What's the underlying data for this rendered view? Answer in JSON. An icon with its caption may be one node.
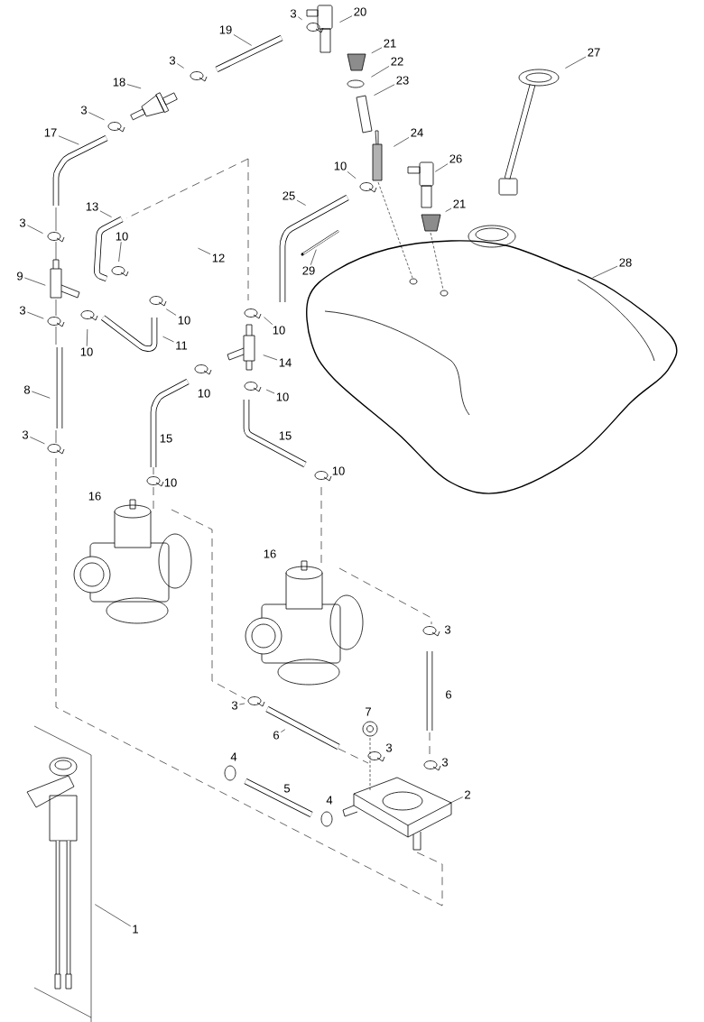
{
  "diagram": {
    "nodes": [
      {
        "text": [
          "20"
        ]
      },
      {
        "text": [
          "3"
        ]
      },
      {
        "text": [
          "19"
        ]
      },
      {
        "text": [
          "27"
        ]
      },
      {
        "text": [
          "21"
        ]
      },
      {
        "text": [
          "3"
        ]
      },
      {
        "text": [
          "22"
        ]
      },
      {
        "text": [
          "23"
        ]
      },
      {
        "text": [
          "18"
        ]
      },
      {
        "text": [
          "3"
        ]
      },
      {
        "text": [
          "17"
        ]
      },
      {
        "text": [
          "24"
        ]
      },
      {
        "text": [
          "26"
        ]
      },
      {
        "text": [
          "10"
        ]
      },
      {
        "text": [
          "25"
        ]
      },
      {
        "text": [
          "21"
        ]
      },
      {
        "text": [
          "13"
        ]
      },
      {
        "text": [
          "3"
        ]
      },
      {
        "text": [
          "12"
        ]
      },
      {
        "text": [
          "28"
        ]
      },
      {
        "text": [
          "10"
        ]
      },
      {
        "text": [
          "29"
        ]
      },
      {
        "text": [
          "9"
        ]
      },
      {
        "text": [
          "3"
        ]
      },
      {
        "text": [
          "10"
        ]
      },
      {
        "text": [
          "10"
        ]
      },
      {
        "text": [
          "11"
        ]
      },
      {
        "text": [
          "10"
        ]
      },
      {
        "text": [
          "14"
        ]
      },
      {
        "text": [
          "8"
        ]
      },
      {
        "text": [
          "10"
        ]
      },
      {
        "text": [
          "3"
        ]
      },
      {
        "text": [
          "3"
        ]
      },
      {
        "text": [
          "6"
        ]
      },
      {
        "text": [
          "2"
        ]
      },
      {
        "text": [
          "1"
        ]
      }
    ],
    "edges": [
      {
        "from": 0,
        "to": null,
        "arrow": "none"
      },
      {
        "from": 1,
        "to": null,
        "arrow": "none"
      },
      {
        "from": 2,
        "to": null,
        "arrow": "none"
      },
      {
        "from": 3,
        "to": null,
        "arrow": "none"
      },
      {
        "from": 4,
        "to": null,
        "arrow": "none"
      },
      {
        "from": 5,
        "to": null,
        "arrow": "none"
      },
      {
        "from": 6,
        "to": null,
        "arrow": "none"
      },
      {
        "from": 7,
        "to": null,
        "arrow": "none"
      },
      {
        "from": 8,
        "to": null,
        "arrow": "none"
      },
      {
        "from": 9,
        "to": null,
        "arrow": "none"
      },
      {
        "from": 10,
        "to": null,
        "arrow": "none"
      },
      {
        "from": 11,
        "to": null,
        "arrow": "none"
      },
      {
        "from": 12,
        "to": null,
        "arrow": "none"
      },
      {
        "from": 13,
        "to": null,
        "arrow": "none"
      },
      {
        "from": 14,
        "to": null,
        "arrow": "none"
      },
      {
        "from": 15,
        "to": null,
        "arrow": "none"
      },
      {
        "from": 16,
        "to": null,
        "arrow": "none"
      },
      {
        "from": 17,
        "to": null,
        "arrow": "none"
      },
      {
        "from": 18,
        "to": null,
        "arrow": "none"
      },
      {
        "from": 19,
        "to": null,
        "arrow": "none"
      },
      {
        "from": 20,
        "to": null,
        "arrow": "none"
      },
      {
        "from": 21,
        "to": null,
        "arrow": "none"
      },
      {
        "from": 22,
        "to": null,
        "arrow": "none"
      },
      {
        "from": 23,
        "to": null,
        "arrow": "none"
      },
      {
        "from": 24,
        "to": null,
        "arrow": "none"
      },
      {
        "from": 25,
        "to": null,
        "arrow": "none"
      },
      {
        "from": 26,
        "to": null,
        "arrow": "none"
      },
      {
        "from": 27,
        "to": null,
        "arrow": "none"
      },
      {
        "from": 28,
        "to": null,
        "arrow": "none"
      },
      {
        "from": 29,
        "to": null,
        "arrow": "none"
      },
      {
        "from": 30,
        "to": null,
        "arrow": "none"
      },
      {
        "from": 31,
        "to": null,
        "arrow": "none"
      },
      {
        "from": 32,
        "to": null,
        "arrow": "none"
      },
      {
        "from": 33,
        "to": null,
        "arrow": "none"
      },
      {
        "from": 34,
        "to": null,
        "arrow": "none"
      },
      {
        "from": 35,
        "to": null,
        "arrow": "none"
      }
    ],
    "labels": [
      "10",
      "15",
      "15",
      "10",
      "10",
      "16",
      "16",
      "3",
      "6",
      "7",
      "3",
      "4",
      "3",
      "5",
      "4"
    ]
  }
}
